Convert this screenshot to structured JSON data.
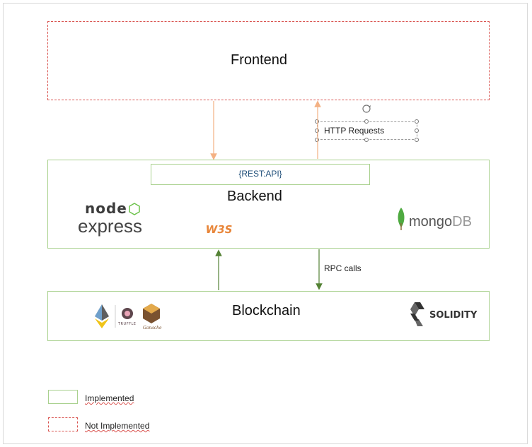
{
  "frontend": {
    "title": "Frontend"
  },
  "backend": {
    "title": "Backend",
    "api_label": "{REST:API}"
  },
  "blockchain": {
    "title": "Blockchain"
  },
  "arrows": {
    "http_label": "HTTP Requests",
    "rpc_label": "RPC calls"
  },
  "logos": {
    "node": "node",
    "express": "express",
    "mongo": "mongoDB",
    "w3js": "W3S",
    "truffle": "TRUFFLE",
    "ganache": "Ganache",
    "solidity": "SOLIDITY"
  },
  "legend": {
    "implemented": "Implemented",
    "not_implemented": "Not Implemented"
  },
  "colors": {
    "implemented": "#a9d18e",
    "not_implemented": "#d9534f",
    "http_arrow": "#f4b183",
    "rpc_arrow": "#548235"
  }
}
